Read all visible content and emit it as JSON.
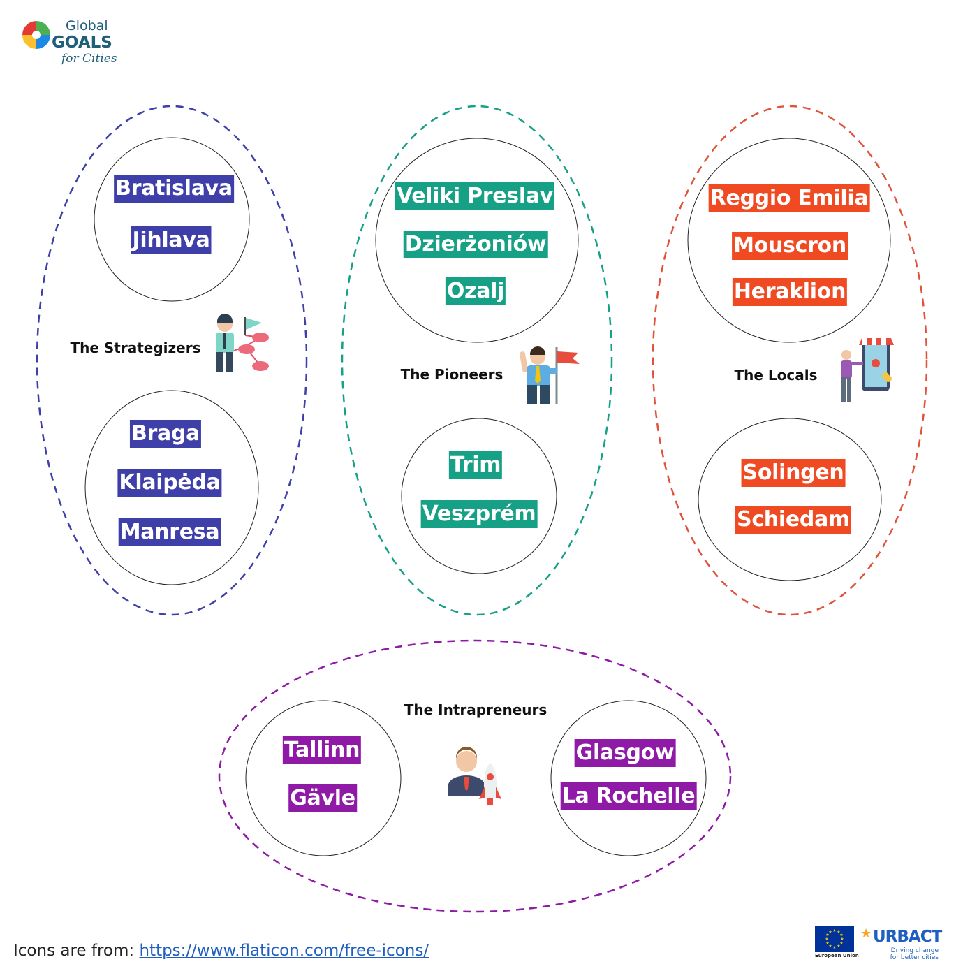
{
  "logo": {
    "line1": "Global",
    "line2": "GOALS",
    "line3": "for Cities"
  },
  "colors": {
    "strategizers": "#3f3fa9",
    "pioneers": "#16a085",
    "locals": "#f04a23",
    "intrapreneurs": "#8e1aa6"
  },
  "groups": {
    "strategizers": {
      "label": "The Strategizers",
      "icon": "strategy-person-icon",
      "circle1": [
        "Bratislava",
        "Jihlava"
      ],
      "circle2": [
        "Braga",
        "Klaipėda",
        "Manresa"
      ]
    },
    "pioneers": {
      "label": "The Pioneers",
      "icon": "pioneer-flag-icon",
      "circle1": [
        "Veliki Preslav",
        "Dzierżoniów",
        "Ozalj"
      ],
      "circle2": [
        "Trim",
        "Veszprém"
      ]
    },
    "locals": {
      "label": "The Locals",
      "icon": "local-shop-phone-icon",
      "circle1": [
        "Reggio Emilia",
        "Mouscron",
        "Heraklion"
      ],
      "circle2": [
        "Solingen",
        "Schiedam"
      ]
    },
    "intrapreneurs": {
      "label": "The Intrapreneurs",
      "icon": "entrepreneur-rocket-icon",
      "circle1": [
        "Tallinn",
        "Gävle"
      ],
      "circle2": [
        "Glasgow",
        "La Rochelle"
      ]
    }
  },
  "footer": {
    "credit_text": "Icons are from: ",
    "credit_link": "https://www.flaticon.com/free-icons/",
    "eu_label": "European Union",
    "urbact_name": "URBACT",
    "urbact_tagline": "Driving change for better cities"
  }
}
